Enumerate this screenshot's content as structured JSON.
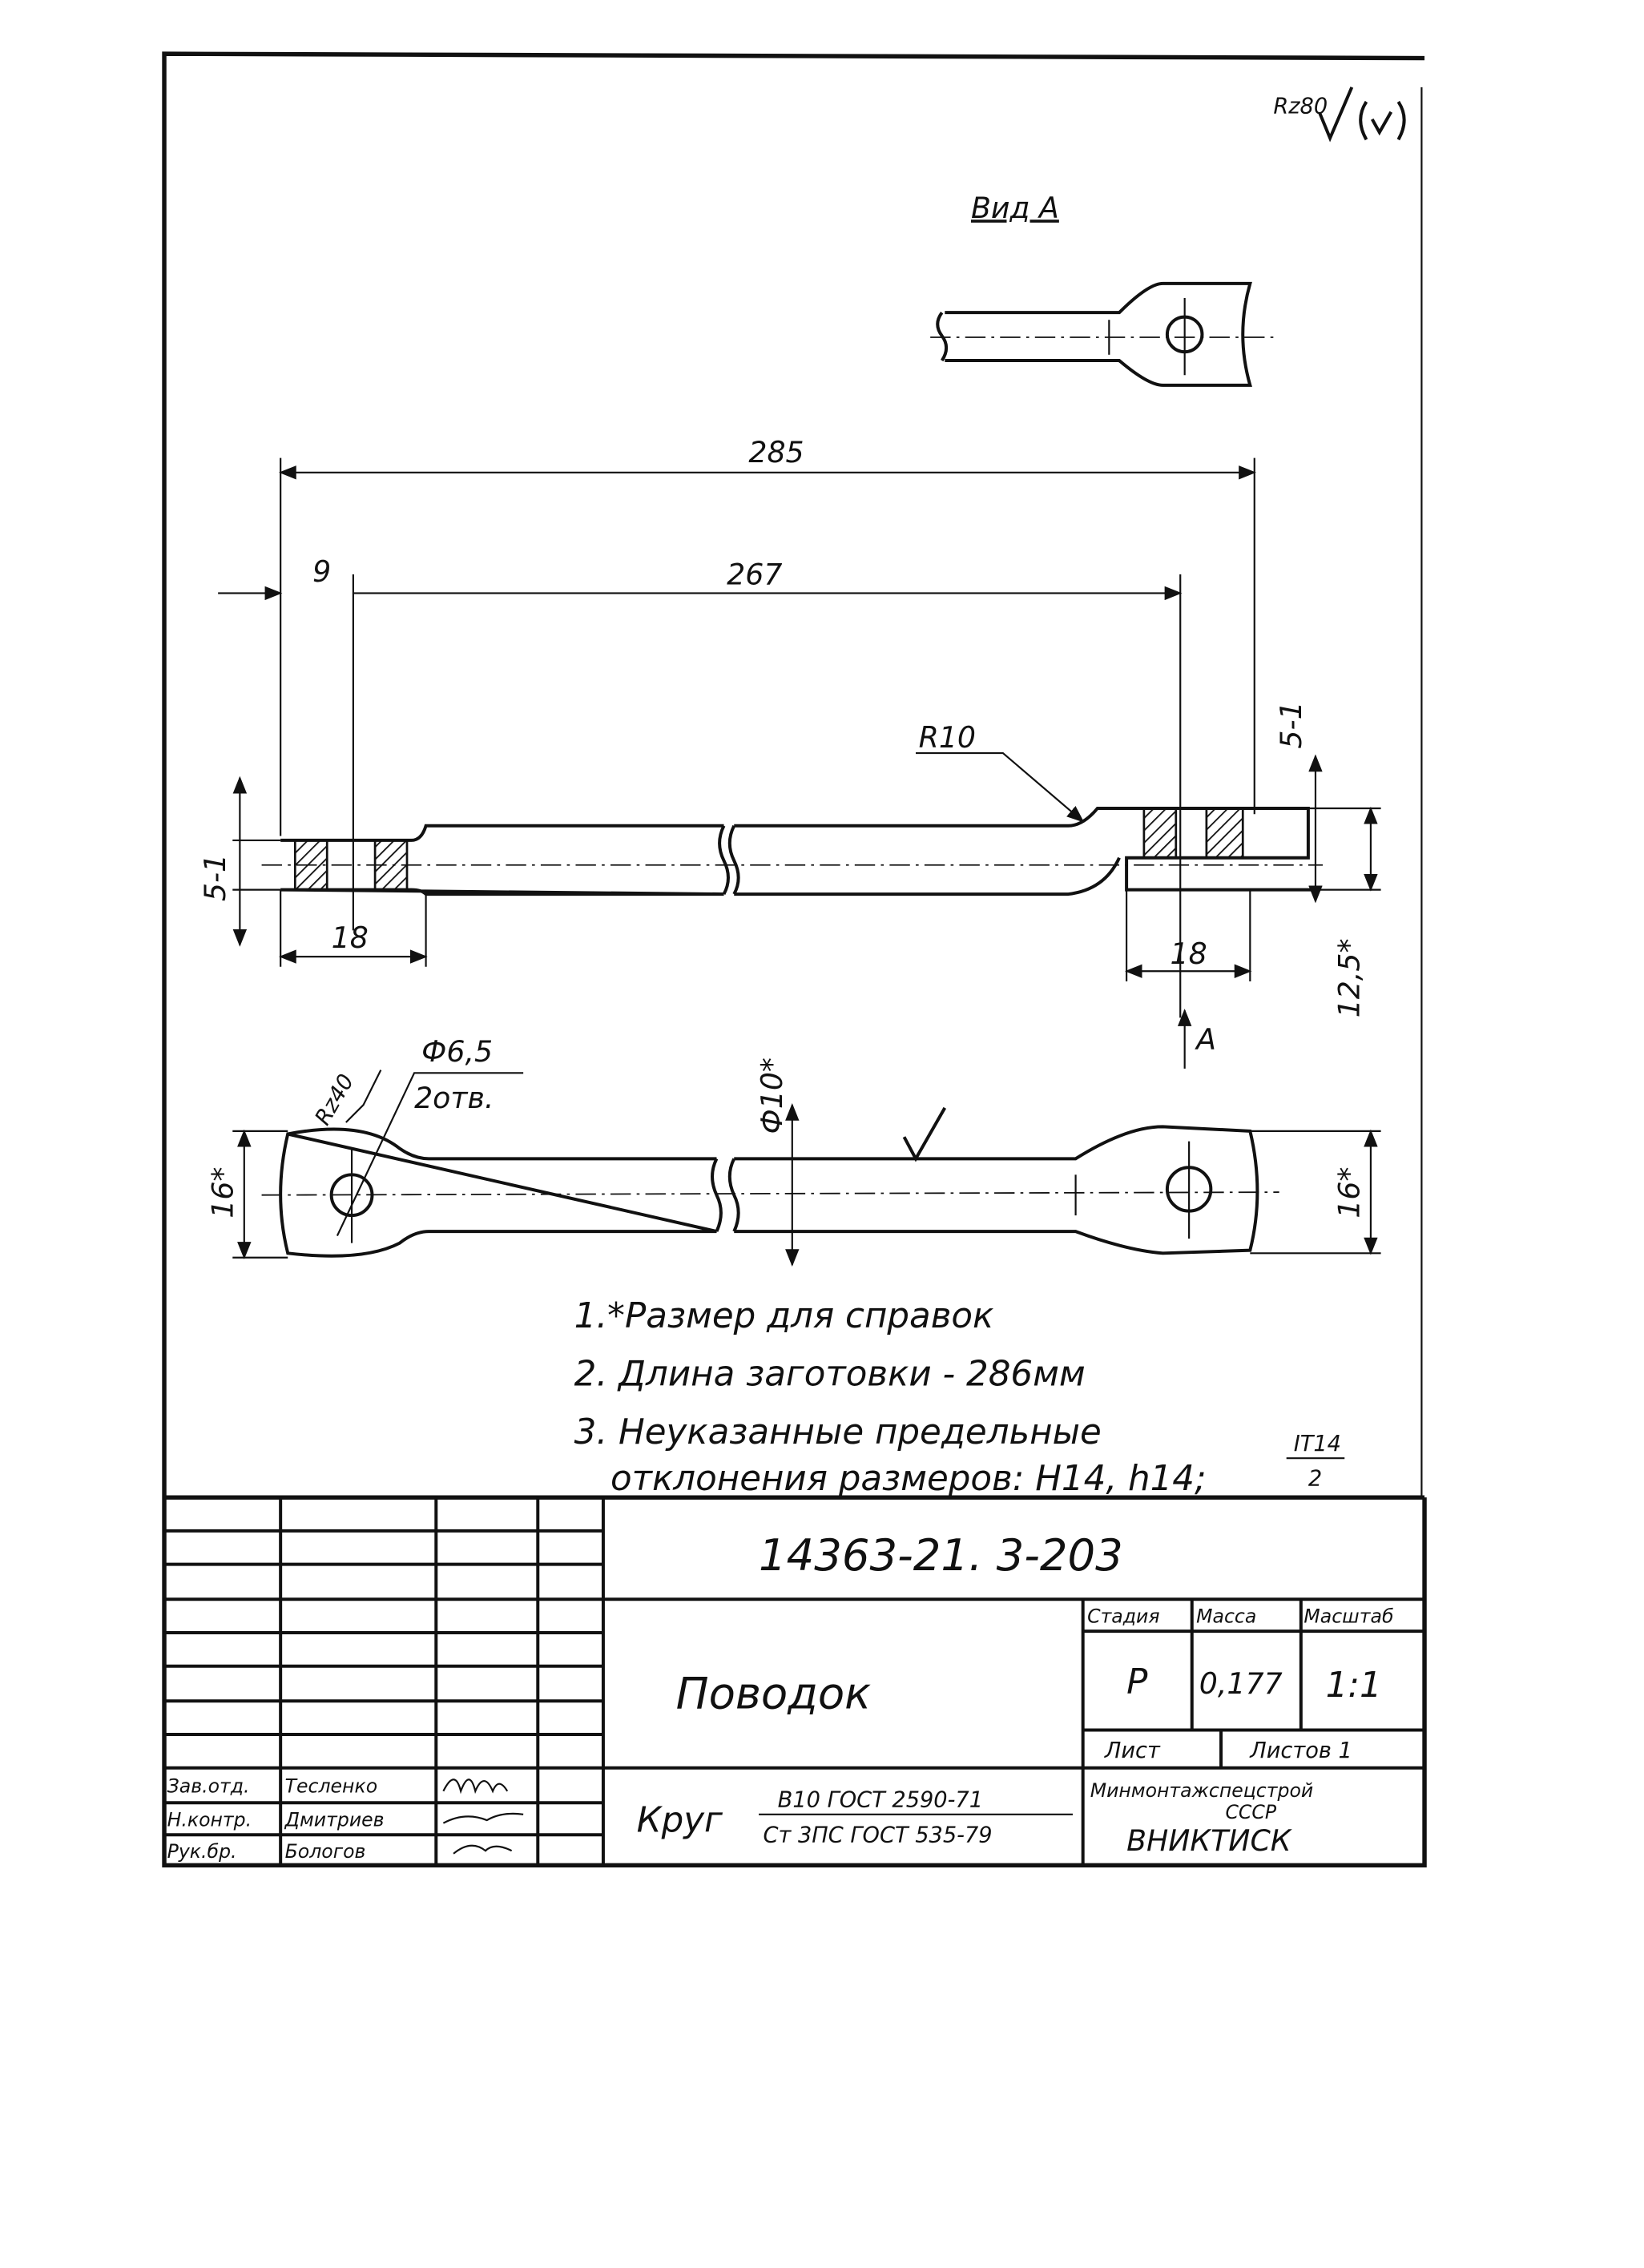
{
  "roughness_general": "Rz80",
  "view_label": "Вид А",
  "view_marker": "А",
  "dimensions": {
    "overall_length": "285",
    "hole_spacing": "267",
    "end_offset": "9",
    "radius_bend": "R10",
    "thickness_left": "5-1",
    "thickness_right": "5-1",
    "flat_length_left": "18",
    "flat_length_right": "18",
    "offset_height": "12,5*",
    "hole_diameter": "Ф6,5",
    "hole_count": "2отв.",
    "roughness_hole": "Rz40",
    "rod_diameter": "Ф10*",
    "width_left": "16*",
    "width_right": "16*"
  },
  "notes": [
    "1.*Размер для справок",
    "2. Длина заготовки - 286мм",
    "3. Неуказанные предельные",
    "отклонения размеров: Н14, h14;"
  ],
  "tolerance_fraction": {
    "numerator": "IT14",
    "denominator": "2"
  },
  "title_block": {
    "document_number": "14363-21. 3-203",
    "part_name": "Поводок",
    "headers": {
      "stage": "Стадия",
      "mass": "Масса",
      "scale": "Масштаб"
    },
    "stage": "Р",
    "mass": "0,177",
    "scale": "1:1",
    "sheet_label": "Лист",
    "sheets_label": "Листов 1",
    "material_prefix": "Круг",
    "material_top": "В10 ГОСТ 2590-71",
    "material_bottom": "Ст 3ПС ГОСТ 535-79",
    "organization_line1": "Минмонтажспецстрой",
    "organization_line2": "СССР",
    "organization_line3": "ВНИКТИСК",
    "signatures": [
      {
        "role": "Зав.отд.",
        "name": "Тесленко"
      },
      {
        "role": "Н.контр.",
        "name": "Дмитриев"
      },
      {
        "role": "Рук.бр.",
        "name": "Бологов"
      }
    ]
  }
}
